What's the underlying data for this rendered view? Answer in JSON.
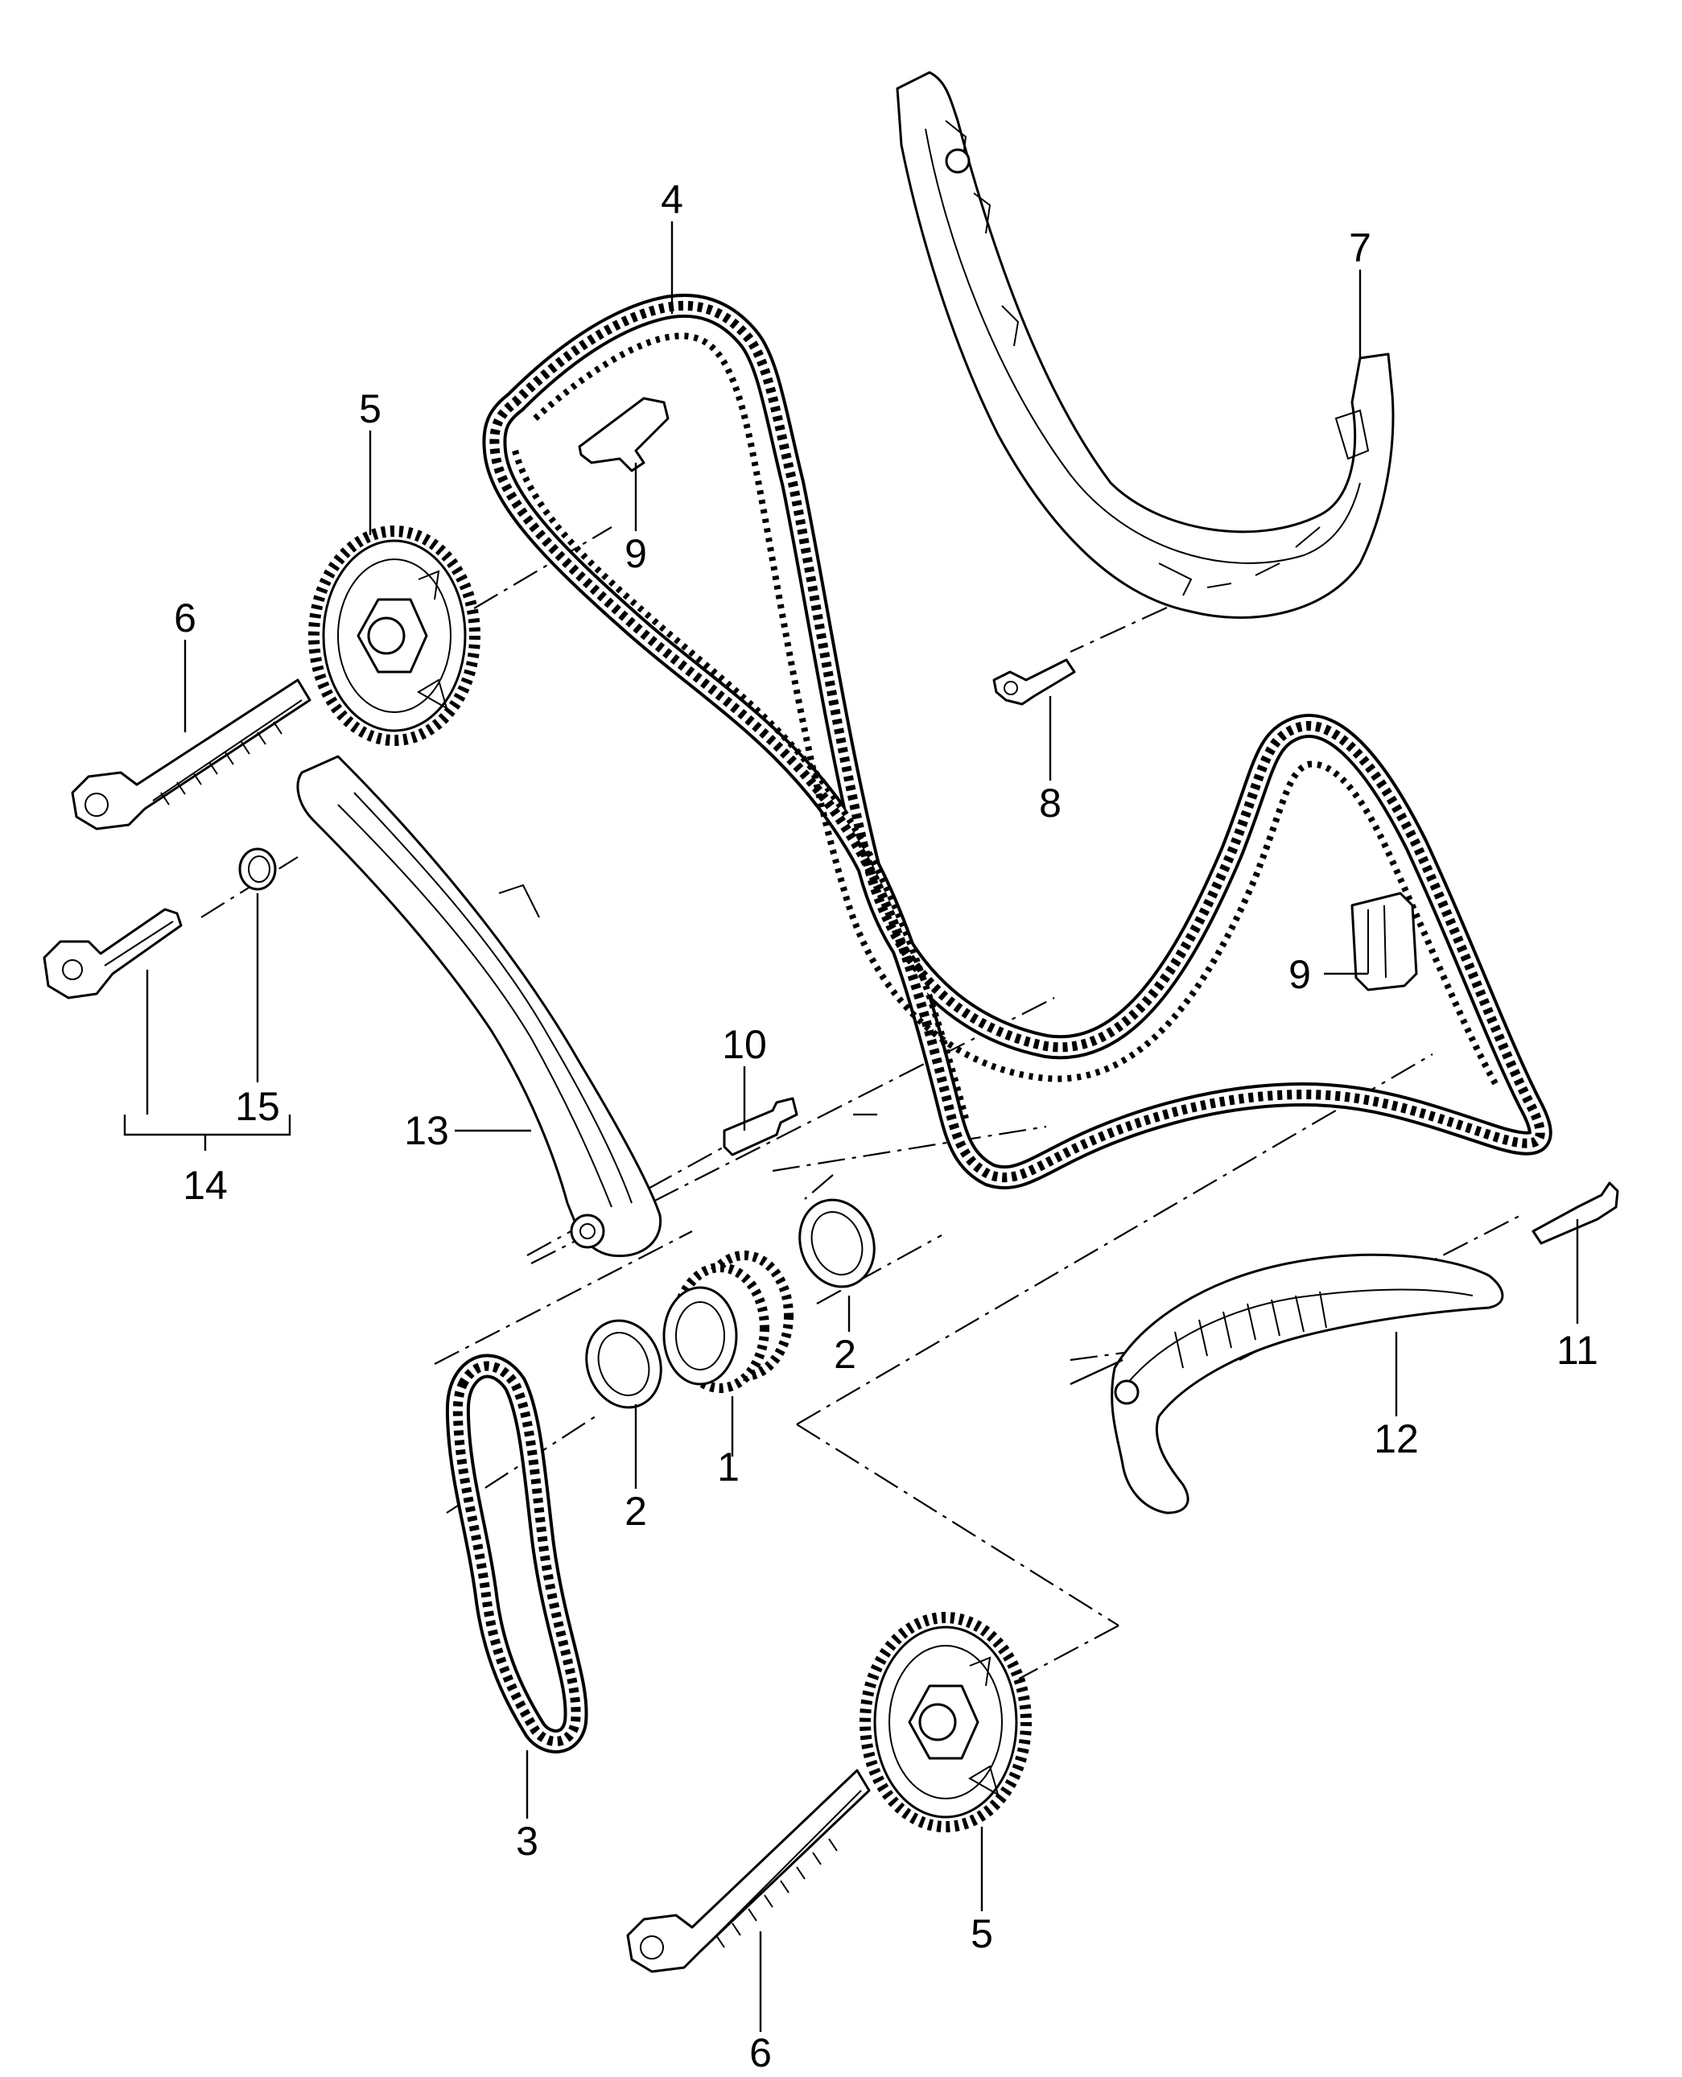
{
  "callouts": [
    {
      "id": "c1",
      "text": "1"
    },
    {
      "id": "c2a",
      "text": "2"
    },
    {
      "id": "c2b",
      "text": "2"
    },
    {
      "id": "c3",
      "text": "3"
    },
    {
      "id": "c4",
      "text": "4"
    },
    {
      "id": "c5a",
      "text": "5"
    },
    {
      "id": "c5b",
      "text": "5"
    },
    {
      "id": "c6a",
      "text": "6"
    },
    {
      "id": "c6b",
      "text": "6"
    },
    {
      "id": "c7",
      "text": "7"
    },
    {
      "id": "c8",
      "text": "8"
    },
    {
      "id": "c9a",
      "text": "9"
    },
    {
      "id": "c9b",
      "text": "9"
    },
    {
      "id": "c10",
      "text": "10"
    },
    {
      "id": "c11",
      "text": "11"
    },
    {
      "id": "c12",
      "text": "12"
    },
    {
      "id": "c13",
      "text": "13"
    },
    {
      "id": "c14",
      "text": "14"
    },
    {
      "id": "c15",
      "text": "15"
    }
  ]
}
